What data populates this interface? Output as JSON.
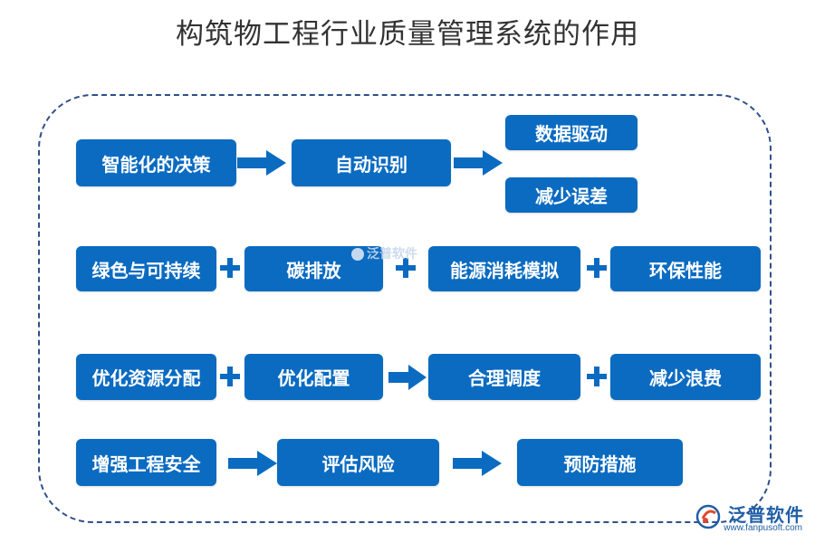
{
  "title": "构筑物工程行业质量管理系统的作用",
  "rows": [
    {
      "nodes": [
        "智能化的决策",
        "自动识别",
        "数据驱动",
        "减少误差"
      ]
    },
    {
      "nodes": [
        "绿色与可持续",
        "碳排放",
        "能源消耗模拟",
        "环保性能"
      ]
    },
    {
      "nodes": [
        "优化资源分配",
        "优化配置",
        "合理调度",
        "减少浪费"
      ]
    },
    {
      "nodes": [
        "增强工程安全",
        "评估风险",
        "预防措施"
      ]
    }
  ],
  "watermark": "泛普软件",
  "logo": {
    "name": "泛普软件",
    "url": "www.fanpusoft.com"
  },
  "colors": {
    "box": "#0a6bc1",
    "frame": "#2f4f8a",
    "title": "#333333"
  }
}
